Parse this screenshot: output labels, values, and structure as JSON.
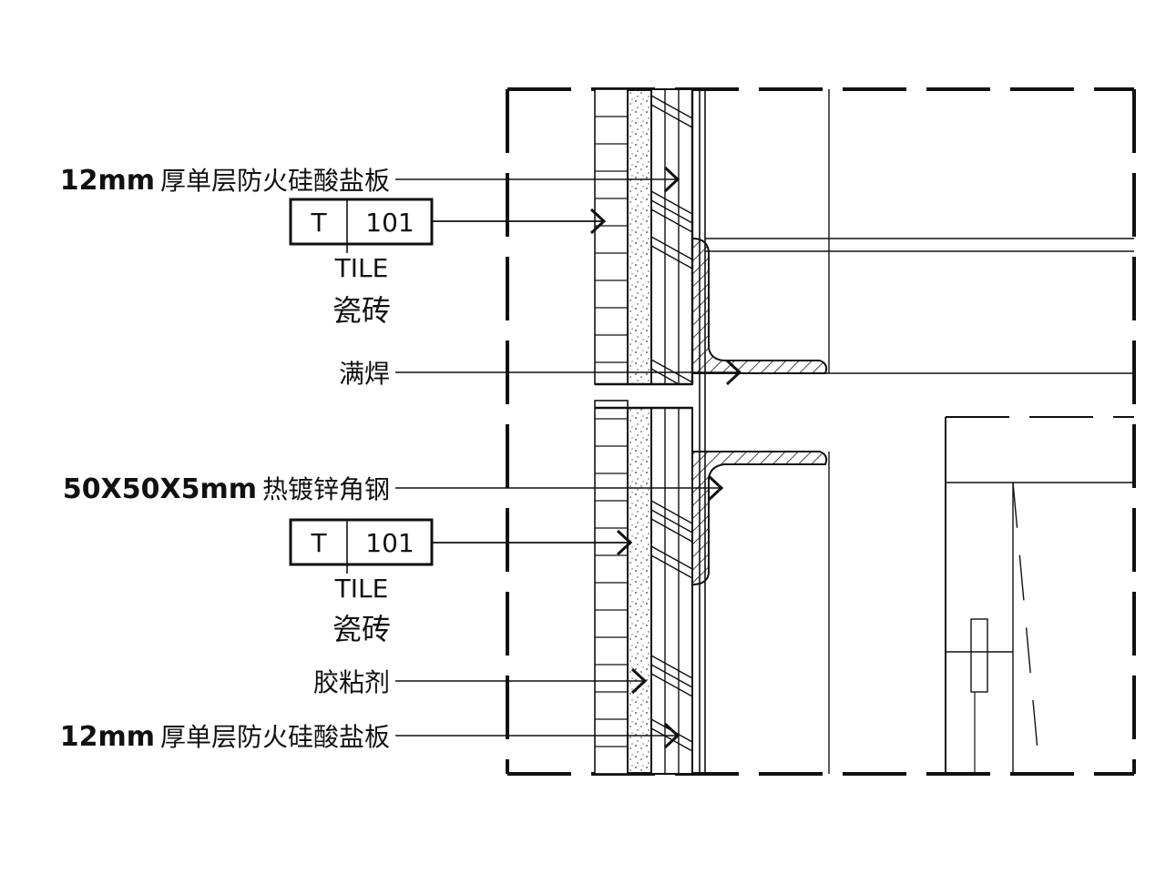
{
  "annotations": [
    {
      "id": "top-board",
      "bold": "12mm",
      "text": "厚单层防火硅酸盐板"
    },
    {
      "id": "weld",
      "bold": "",
      "text": "满焊"
    },
    {
      "id": "angle-steel",
      "bold": "50X50X5mm",
      "text": "热镀锌角钢"
    },
    {
      "id": "adhesive",
      "bold": "",
      "text": "胶粘剂"
    },
    {
      "id": "bottom-board",
      "bold": "12mm",
      "text": "厚单层防火硅酸盐板"
    }
  ],
  "tags": [
    {
      "id": "tag-upper",
      "code": "T",
      "number": "101",
      "material_en": "TILE",
      "material_cn": "瓷砖"
    },
    {
      "id": "tag-lower",
      "code": "T",
      "number": "101",
      "material_en": "TILE",
      "material_cn": "瓷砖"
    }
  ],
  "colors": {
    "line": "#111111",
    "background": "#ffffff"
  }
}
